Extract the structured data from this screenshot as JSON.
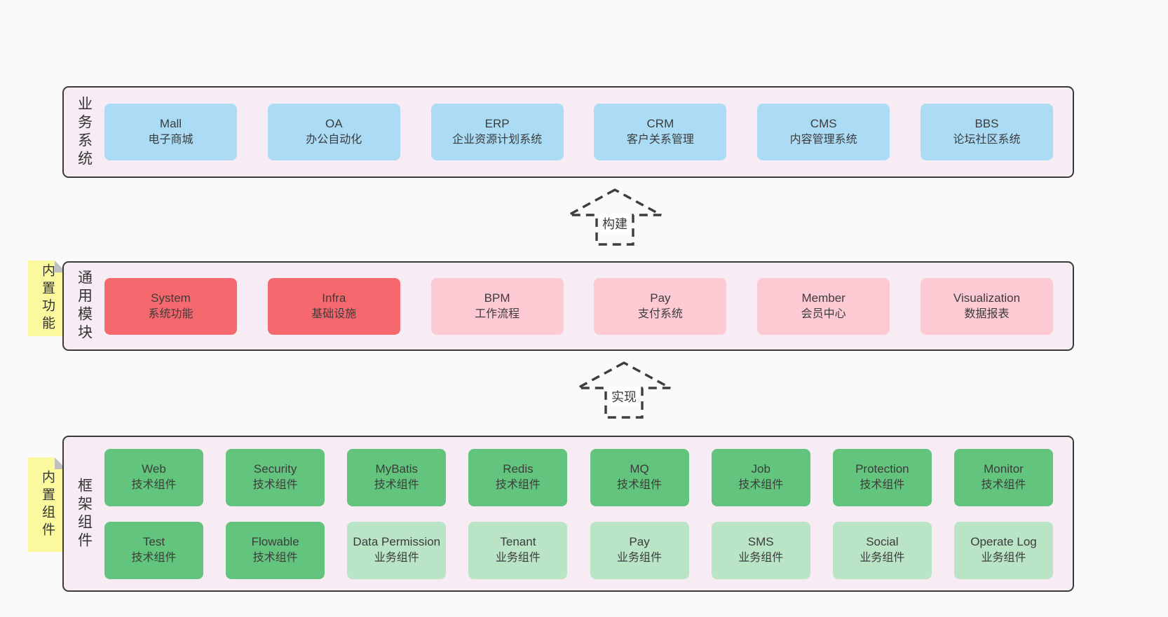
{
  "diagram": {
    "arrows": [
      {
        "label": "构建"
      },
      {
        "label": "实现"
      }
    ],
    "sections": [
      {
        "title": "业务系统",
        "boxes": [
          {
            "name": "Mall",
            "subtitle": "电子商城"
          },
          {
            "name": "OA",
            "subtitle": "办公自动化"
          },
          {
            "name": "ERP",
            "subtitle": "企业资源计划系统"
          },
          {
            "name": "CRM",
            "subtitle": "客户关系管理"
          },
          {
            "name": "CMS",
            "subtitle": "内容管理系统"
          },
          {
            "name": "BBS",
            "subtitle": "论坛社区系统"
          }
        ]
      },
      {
        "title": "通用模块",
        "sticky": "内置功能",
        "boxes": [
          {
            "name": "System",
            "subtitle": "系统功能",
            "variant": "red"
          },
          {
            "name": "Infra",
            "subtitle": "基础设施",
            "variant": "red"
          },
          {
            "name": "BPM",
            "subtitle": "工作流程",
            "variant": "pink"
          },
          {
            "name": "Pay",
            "subtitle": "支付系统",
            "variant": "pink"
          },
          {
            "name": "Member",
            "subtitle": "会员中心",
            "variant": "pink"
          },
          {
            "name": "Visualization",
            "subtitle": "数据报表",
            "variant": "pink"
          }
        ]
      },
      {
        "title": "框架组件",
        "sticky": "内置组件",
        "rows": [
          [
            {
              "name": "Web",
              "subtitle": "技术组件",
              "variant": "green"
            },
            {
              "name": "Security",
              "subtitle": "技术组件",
              "variant": "green"
            },
            {
              "name": "MyBatis",
              "subtitle": "技术组件",
              "variant": "green"
            },
            {
              "name": "Redis",
              "subtitle": "技术组件",
              "variant": "green"
            },
            {
              "name": "MQ",
              "subtitle": "技术组件",
              "variant": "green"
            },
            {
              "name": "Job",
              "subtitle": "技术组件",
              "variant": "green"
            },
            {
              "name": "Protection",
              "subtitle": "技术组件",
              "variant": "green"
            },
            {
              "name": "Monitor",
              "subtitle": "技术组件",
              "variant": "green"
            }
          ],
          [
            {
              "name": "Test",
              "subtitle": "技术组件",
              "variant": "green"
            },
            {
              "name": "Flowable",
              "subtitle": "技术组件",
              "variant": "green"
            },
            {
              "name": "Data Permission",
              "subtitle": "业务组件",
              "variant": "lightgreen"
            },
            {
              "name": "Tenant",
              "subtitle": "业务组件",
              "variant": "lightgreen"
            },
            {
              "name": "Pay",
              "subtitle": "业务组件",
              "variant": "lightgreen"
            },
            {
              "name": "SMS",
              "subtitle": "业务组件",
              "variant": "lightgreen"
            },
            {
              "name": "Social",
              "subtitle": "业务组件",
              "variant": "lightgreen"
            },
            {
              "name": "Operate Log",
              "subtitle": "业务组件",
              "variant": "lightgreen"
            }
          ]
        ]
      }
    ],
    "colors": {
      "page_background": "#fafafa",
      "panel_background": "#f8ecf4",
      "panel_border": "#3a3a3a",
      "business_box": "#abdbf5",
      "core_module_box": "#f5696e",
      "optional_module_box": "#fdc9d3",
      "tech_component_box": "#63c57d",
      "biz_component_box": "#b9e4c5",
      "sticky_note": "#fbf99e",
      "sticky_fold": "#bfbfbf",
      "arrow_stroke": "#3d3d3d"
    }
  }
}
